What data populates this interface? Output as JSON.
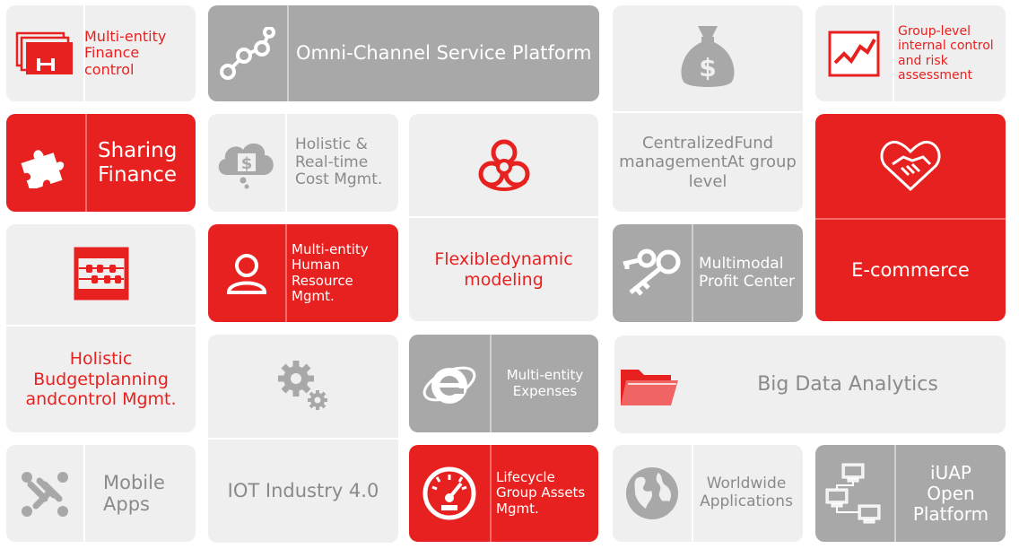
{
  "tiles": {
    "multi_entity_finance": {
      "label": "Multi-entity\nFinance control",
      "icon": "windows-stack-icon"
    },
    "omni_channel": {
      "label": "Omni-Channel Service Platform",
      "icon": "network-nodes-icon"
    },
    "centralized_fund": {
      "label": "Centralized\nFund management\nAt group level",
      "icon": "money-bag-icon"
    },
    "group_internal_control": {
      "label": "Group-level\ninternal control\nand risk\nassessment",
      "icon": "trend-chart-icon"
    },
    "sharing_finance": {
      "label": "Sharing\nFinance",
      "icon": "puzzle-icon"
    },
    "holistic_cost": {
      "label": "Holistic &\nReal-time\nCost Mgmt.",
      "icon": "money-cloud-icon"
    },
    "flexible_modeling": {
      "label": "Flexible\ndynamic modeling",
      "icon": "biohazard-icon"
    },
    "ecommerce": {
      "label": "E-commerce",
      "icon": "handshake-heart-icon"
    },
    "holistic_budget": {
      "label": "Holistic Budget\nplanning and\ncontrol Mgmt.",
      "icon": "abacus-icon"
    },
    "multi_entity_hr": {
      "label": "Multi-entity\nHuman\nResource\nMgmt.",
      "icon": "user-icon"
    },
    "multimodal_profit": {
      "label": "Multimodal\nProfit Center",
      "icon": "keys-icon"
    },
    "iot_industry": {
      "label": "IOT Industry 4.0",
      "icon": "gears-icon"
    },
    "multi_entity_expenses": {
      "label": "Multi-entity\nExpenses",
      "icon": "browser-e-icon"
    },
    "big_data": {
      "label": "Big Data Analytics",
      "icon": "folder-open-icon"
    },
    "mobile_apps": {
      "label": "Mobile\nApps",
      "icon": "joomla-icon"
    },
    "lifecycle_assets": {
      "label": "Lifecycle\nGroup Assets\nMgmt.",
      "icon": "speedometer-icon"
    },
    "worldwide_apps": {
      "label": "Worldwide\nApplications",
      "icon": "globe-icon"
    },
    "iuap_platform": {
      "label": "iUAP\nOpen\nPlatform",
      "icon": "network-computers-icon"
    }
  },
  "colors": {
    "red": "#e7211f",
    "gray": "#a8a8a8",
    "light": "#efefef"
  }
}
